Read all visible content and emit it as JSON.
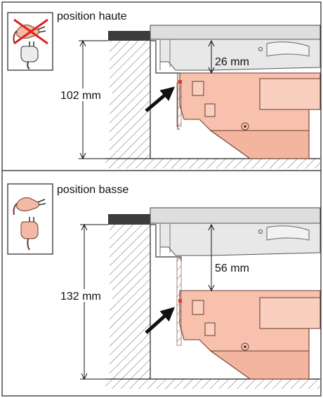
{
  "panels": [
    {
      "title": "position haute",
      "height_label": "102 mm",
      "gap_label": "26 mm",
      "plug_icon": "plug-crossed-out-icon"
    },
    {
      "title": "position basse",
      "height_label": "132 mm",
      "gap_label": "56 mm",
      "plug_icon": "plug-icon"
    }
  ],
  "colors": {
    "unit_fill": "#f7c1ad",
    "unit_stroke": "#6b3a2c",
    "cooktop_fill": "#e6e6e6",
    "countertop": "#3c3c3c",
    "marker_red": "#e5352b",
    "cross_red": "#e02020",
    "border": "#222222"
  }
}
